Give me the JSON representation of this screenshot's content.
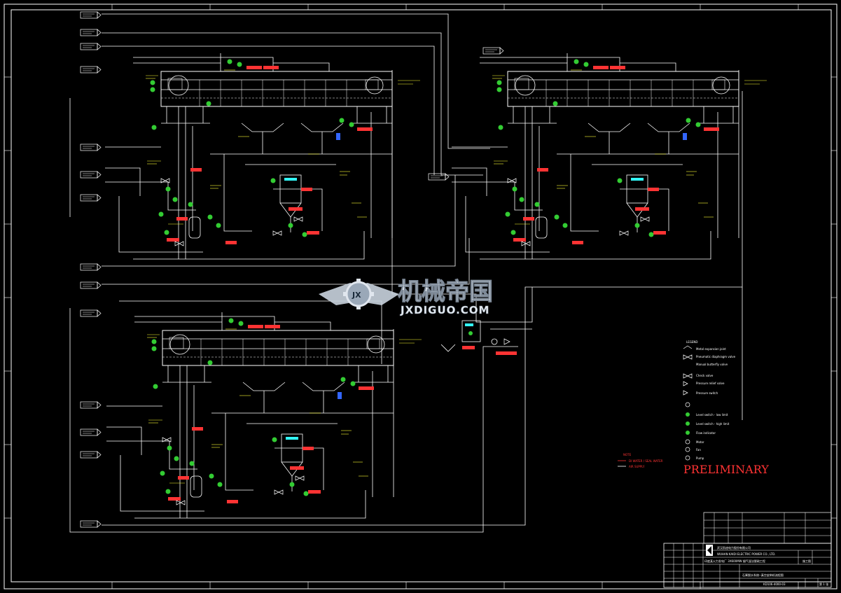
{
  "watermark": {
    "brand_cn": "机械帝国",
    "brand_en": "JXDIGUO.COM",
    "logo_text": "JX"
  },
  "stamp": "PRELIMINARY",
  "legend": {
    "title": "LEGEND",
    "items": [
      "Metal expansion joint",
      "Pneumatic diaphragm valve",
      "Manual butterfly valve",
      "Check valve",
      "Pressure relief valve",
      "Pressure switch",
      "Level switch - low limit",
      "Level switch - high limit",
      "Flow indicator",
      "Motor",
      "Fan",
      "Pump"
    ]
  },
  "line_legend": {
    "title": "NOTE",
    "items": [
      "DI WATER / SEAL WATER",
      "AIR SUPPLY"
    ]
  },
  "title_block": {
    "company_cn": "武汉凯迪电力股份有限公司",
    "company_en": "WUHAN KAIDI ELECTRIC POWER CO., LTD.",
    "project": "印度某火力发电厂 3X600MW 烟气湿法脱硫工程",
    "drawing_title": "石膏脱水系统--真空皮带机流程图",
    "drawing_no": "KD106-4000-03",
    "stage": "施工图",
    "sheet": "第 1 张"
  },
  "colors": {
    "background": "#000000",
    "line": "#ffffff",
    "yellow": "#ffff33",
    "green": "#33cc33",
    "red": "#ff3333",
    "cyan": "#33ffff",
    "label_box": "#ff6600"
  }
}
